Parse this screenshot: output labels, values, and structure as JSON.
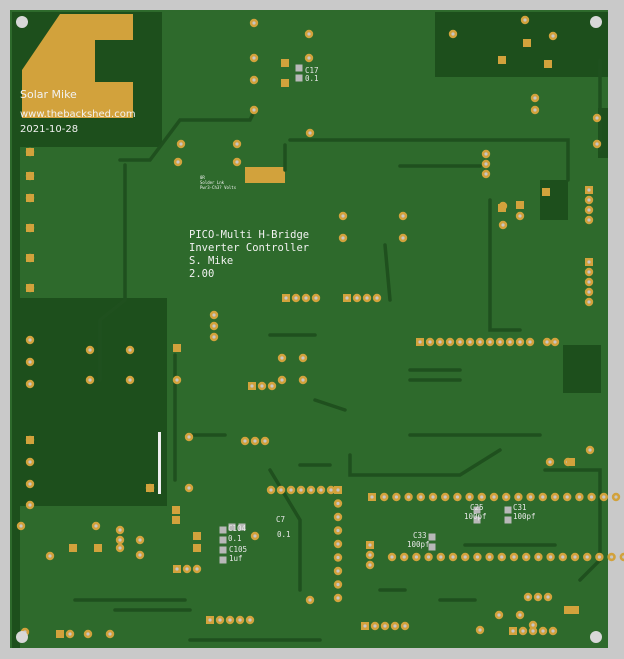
{
  "board": {
    "author": "Solar Mike",
    "website": "www.thebackshed.com",
    "date": "2021-10-28",
    "title_lines": [
      "PICO-Multi H-Bridge",
      "Inverter Controller",
      "S. Mike",
      "2.00"
    ],
    "jumper_note": [
      "0R",
      "Solder Lnk",
      "Pwr3-Ch3? Volts"
    ]
  },
  "components": [
    {
      "ref": "C17",
      "value": "0.1"
    },
    {
      "ref": "C104",
      "value": "0.1"
    },
    {
      "ref": "C105",
      "value": "1uf"
    },
    {
      "ref": "C7",
      "value": "0.1"
    },
    {
      "ref": "C25",
      "value": "100pf"
    },
    {
      "ref": "C31",
      "value": "100pf"
    },
    {
      "ref": "C33",
      "value": "100pf"
    }
  ],
  "colors": {
    "board": "#2e6a2c",
    "copper_pour": "#1d4f1c",
    "pad": "#d2a23c",
    "frame": "#c9c9c9"
  }
}
